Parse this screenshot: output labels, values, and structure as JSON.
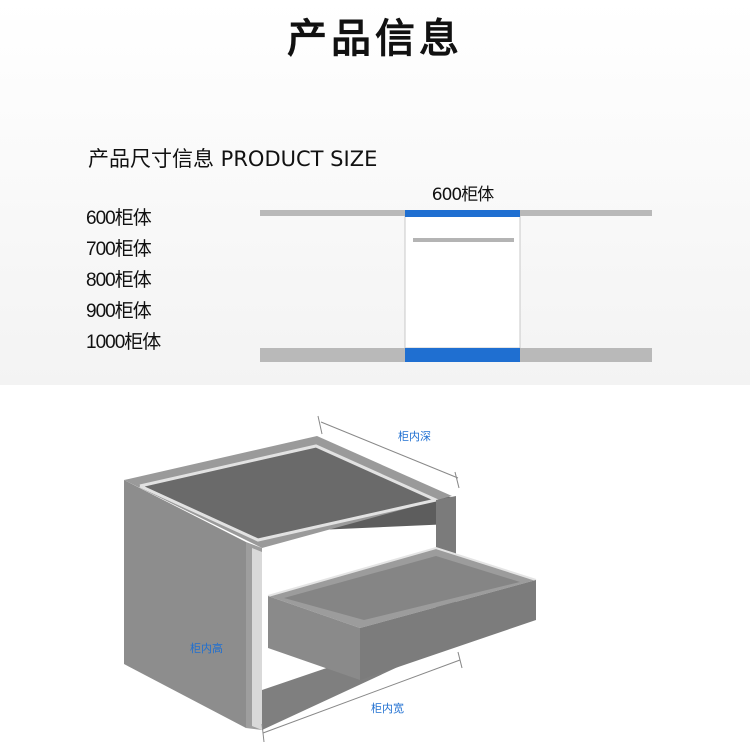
{
  "header": {
    "title": "产品信息"
  },
  "size_section": {
    "heading": "产品尺寸信息 PRODUCT SIZE",
    "cabinet_label": "600柜体",
    "options": [
      "600柜体",
      "700柜体",
      "800柜体",
      "900柜体",
      "1000柜体"
    ]
  },
  "dimensions": {
    "depth": "柜内深",
    "height": "柜内高",
    "width": "柜内宽"
  },
  "colors": {
    "accent_blue": "#1f6fd1",
    "rail_gray": "#b9b9b9",
    "cabinet_gray": "#8c8c8c",
    "cabinet_dark": "#6f6f6f",
    "cabinet_edge": "#dcdcdc"
  }
}
